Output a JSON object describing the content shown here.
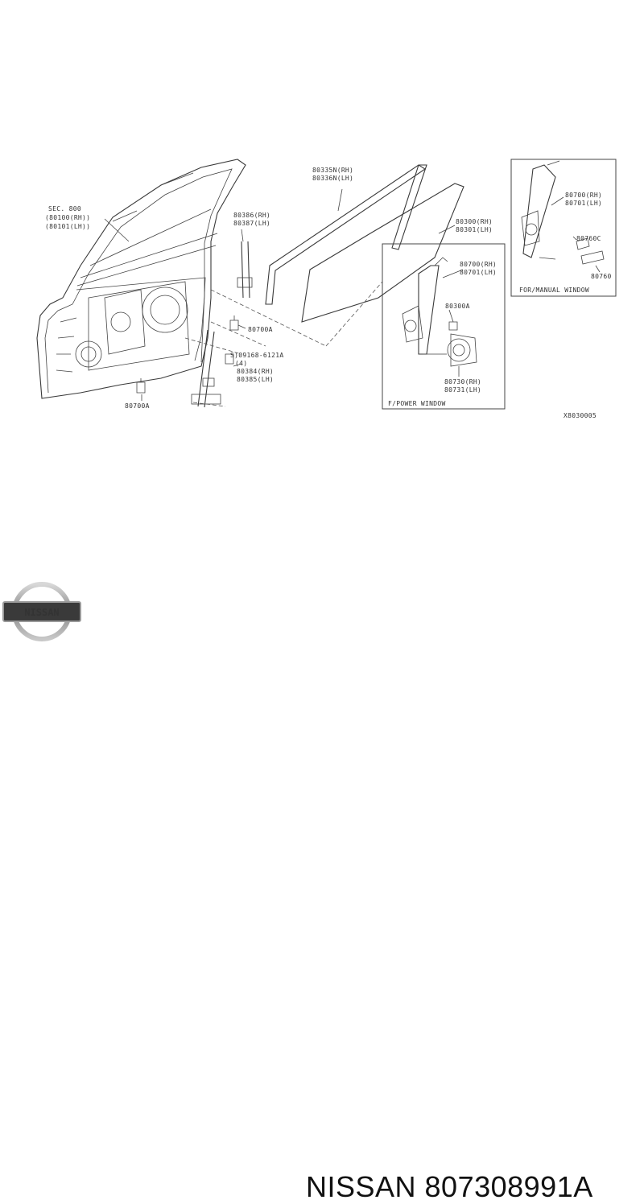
{
  "diagram": {
    "sec_label": [
      "SEC. 800",
      "(80100(RH))",
      "(80101(LH))"
    ],
    "labels": {
      "sash_1": [
        "80386(RH)",
        "80387(LH)"
      ],
      "bolt_upper": "80700A",
      "clip": [
        "S)09168-6121A",
        "(4)"
      ],
      "sash_2": [
        "80384(RH)",
        "80385(LH)"
      ],
      "bolt_lower": "80700A",
      "seal": [
        "80335N(RH)",
        "80336N(LH)"
      ],
      "glass": [
        "80300(RH)",
        "80301(LH)"
      ],
      "reg_power": [
        "80700(RH)",
        "80701(LH)"
      ],
      "bolt_power": "80300A",
      "motor": [
        "80730(RH)",
        "80731(LH)"
      ],
      "reg_manual": [
        "80700(RH)",
        "80701(LH)"
      ],
      "handle_a": "80760C",
      "handle_b": "80760"
    },
    "box_power_title": "F/POWER WINDOW",
    "box_manual_title": "FOR/MANUAL WINDOW",
    "diagram_code": "X8030005"
  },
  "brand": {
    "logo_text": "NISSAN",
    "title": "NISSAN 807308991A"
  }
}
